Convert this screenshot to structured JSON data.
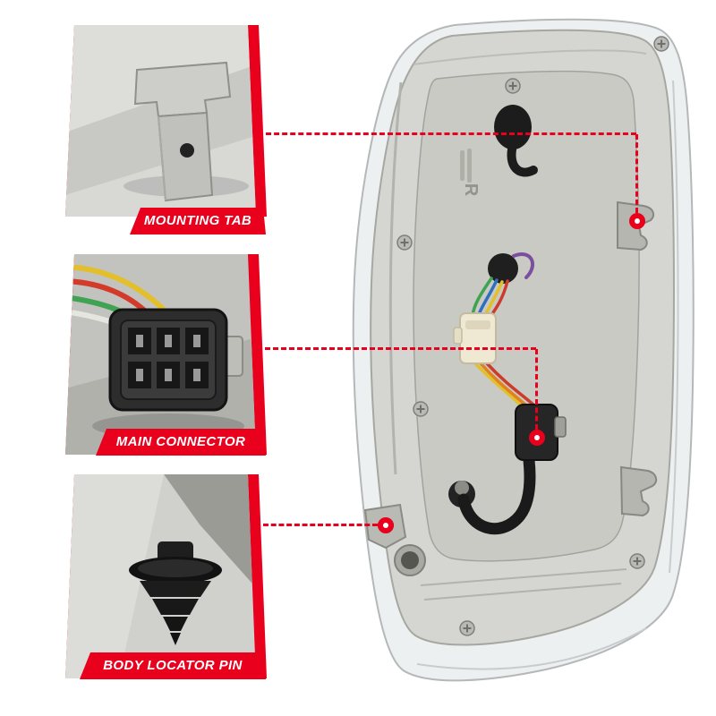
{
  "colors": {
    "accent_red": "#e8001d",
    "background": "#ffffff",
    "housing_gray": "#d5d6d2",
    "lens_white": "#edf0f0"
  },
  "callouts": [
    {
      "label": "MOUNTING TAB"
    },
    {
      "label": "MAIN CONNECTOR"
    },
    {
      "label": "BODY LOCATOR PIN"
    }
  ],
  "product": {
    "marking": "R"
  }
}
